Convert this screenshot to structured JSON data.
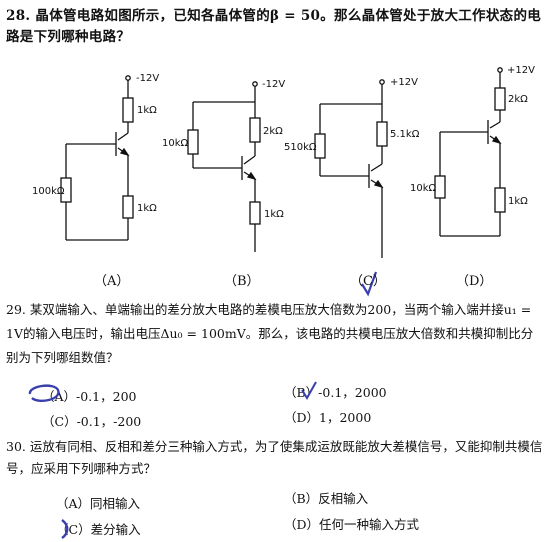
{
  "q28": {
    "number": "28.",
    "text": "晶体管电路如图所示，已知各晶体管的β = 50。那么晶体管处于放大工作状态的电路是下列哪种电路？"
  },
  "circuits": {
    "a": {
      "label": "（A）",
      "vcc": "-12V",
      "r_top": "1kΩ",
      "r_base": "100kΩ",
      "r_emitter": "1kΩ"
    },
    "b": {
      "label": "（B）",
      "vcc": "-12V",
      "r_base": "10kΩ",
      "r_collector": "2kΩ",
      "r_emitter": "1kΩ"
    },
    "c": {
      "label": "（C）",
      "vcc": "+12V",
      "r_base": "510kΩ",
      "r_collector": "5.1kΩ"
    },
    "d": {
      "label": "（D）",
      "vcc": "+12V",
      "r_top": "2kΩ",
      "r_base": "10kΩ",
      "r_emitter": "1kΩ"
    }
  },
  "q29": {
    "number": "29.",
    "text": "某双端输入、单端输出的差分放大电路的差模电压放大倍数为200，当两个输入端并接u₁ = 1V的输入电压时，输出电压Δu₀ = 100mV。那么，该电路的共模电压放大倍数和共模抑制比分别为下列哪组数值？",
    "options": {
      "a": "（A）-0.1，200",
      "b": "（B）-0.1，2000",
      "c": "（C）-0.1，-200",
      "d": "（D）1，2000"
    }
  },
  "q30": {
    "number": "30.",
    "text": "运放有同相、反相和差分三种输入方式，为了使集成运放既能放大差模信号，又能抑制共模信号，应采用下列哪种方式？",
    "options": {
      "a": "（A）同相输入",
      "b": "（B）反相输入",
      "c": "（C）差分输入",
      "d": "（D）任何一种输入方式"
    }
  },
  "colors": {
    "ink": "#111111",
    "pen": "#3a3fae"
  }
}
